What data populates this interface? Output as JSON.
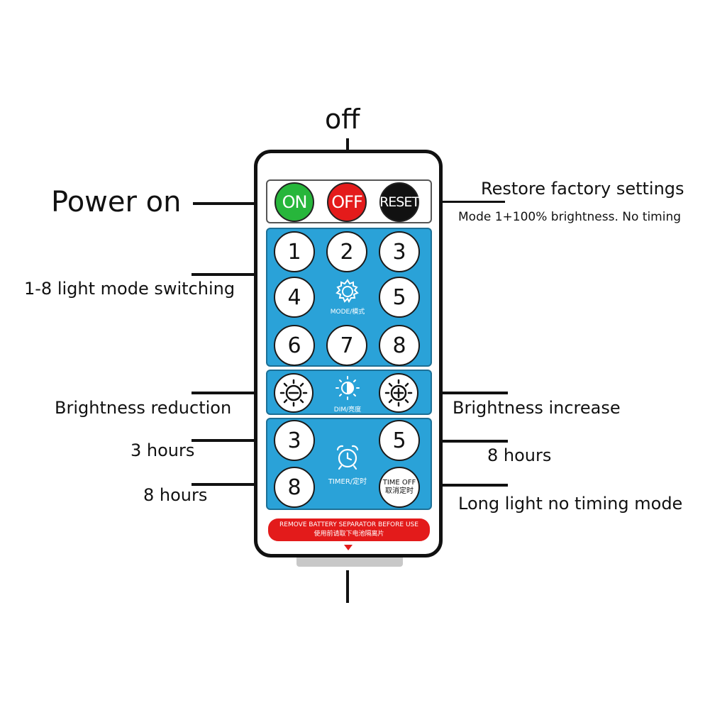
{
  "labels": {
    "off": "off",
    "power_on": "Power on",
    "restore": "Restore factory settings",
    "mode_note": "Mode 1+100% brightness. No timing",
    "mode_switch": "1-8 light mode switching",
    "bright_down": "Brightness reduction",
    "bright_up": "Brightness increase",
    "hours3": "3 hours",
    "hours5": "8 hours",
    "hours8": "8 hours",
    "long_light": "Long light no timing mode"
  },
  "remote": {
    "on": "ON",
    "off": "OFF",
    "reset": "RESET",
    "modes": [
      "1",
      "2",
      "3",
      "4",
      "5",
      "6",
      "7",
      "8"
    ],
    "mode_caption": "MODE/模式",
    "dim_caption": "DIM/亮度",
    "timer_caption": "TIMER/定时",
    "timer_buttons": [
      "3",
      "5",
      "8"
    ],
    "time_off_line1": "TIME OFF",
    "time_off_line2": "取消定时",
    "banner_line1": "REMOVE BATTERY SEPARATOR BEFORE USE",
    "banner_line2": "使用前请取下电池隔离片"
  },
  "colors": {
    "on": "#27b63b",
    "off": "#e41b1b",
    "reset": "#111111",
    "panel": "#2aa2d8",
    "banner": "#e31b1b"
  }
}
